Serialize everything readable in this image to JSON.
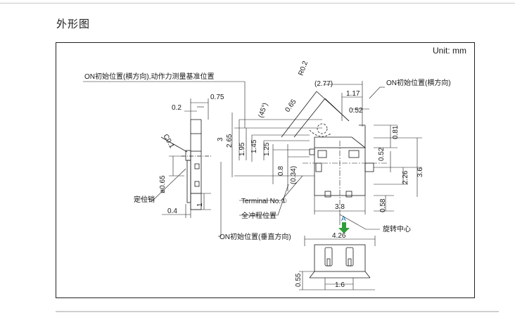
{
  "page": {
    "heading": "外形图"
  },
  "drawing": {
    "unit": "Unit: mm",
    "labels": {
      "on_initial_horizontal_reference": "ON初始位置(横方向),动作力测量基准位置",
      "on_initial_horizontal": "ON初始位置(横方向)",
      "locating_pin": "定位销",
      "terminal_no": "Terminal No.①",
      "full_stroke_position": "全冲程位置",
      "on_initial_vertical": "ON初始位置(垂直方向)",
      "rotation_center": "旋转中心",
      "view_a": "A"
    },
    "dims": {
      "d075": "0.75",
      "d02": "0.2",
      "c01": "C0.1",
      "d065_phi": "ø0.65",
      "d04": "0.4",
      "d1": "1",
      "d3": "3",
      "d265": "2.65",
      "d195": "1.95",
      "d145": "1.45",
      "d125": "1.25",
      "d08": "0.8",
      "d034": "(0.34)",
      "r02": "R0.2",
      "d277": "(2.77)",
      "d117": "1.17",
      "deg45": "(45°)",
      "d065": "0.65",
      "d052a": "0.52",
      "d081": "0.81",
      "d052b": "0.52",
      "d226": "2.26",
      "d36": "3.6",
      "d058": "0.58",
      "d38": "3.8",
      "d426": "4.26",
      "d055": "0.55",
      "d16": "1.6"
    }
  }
}
